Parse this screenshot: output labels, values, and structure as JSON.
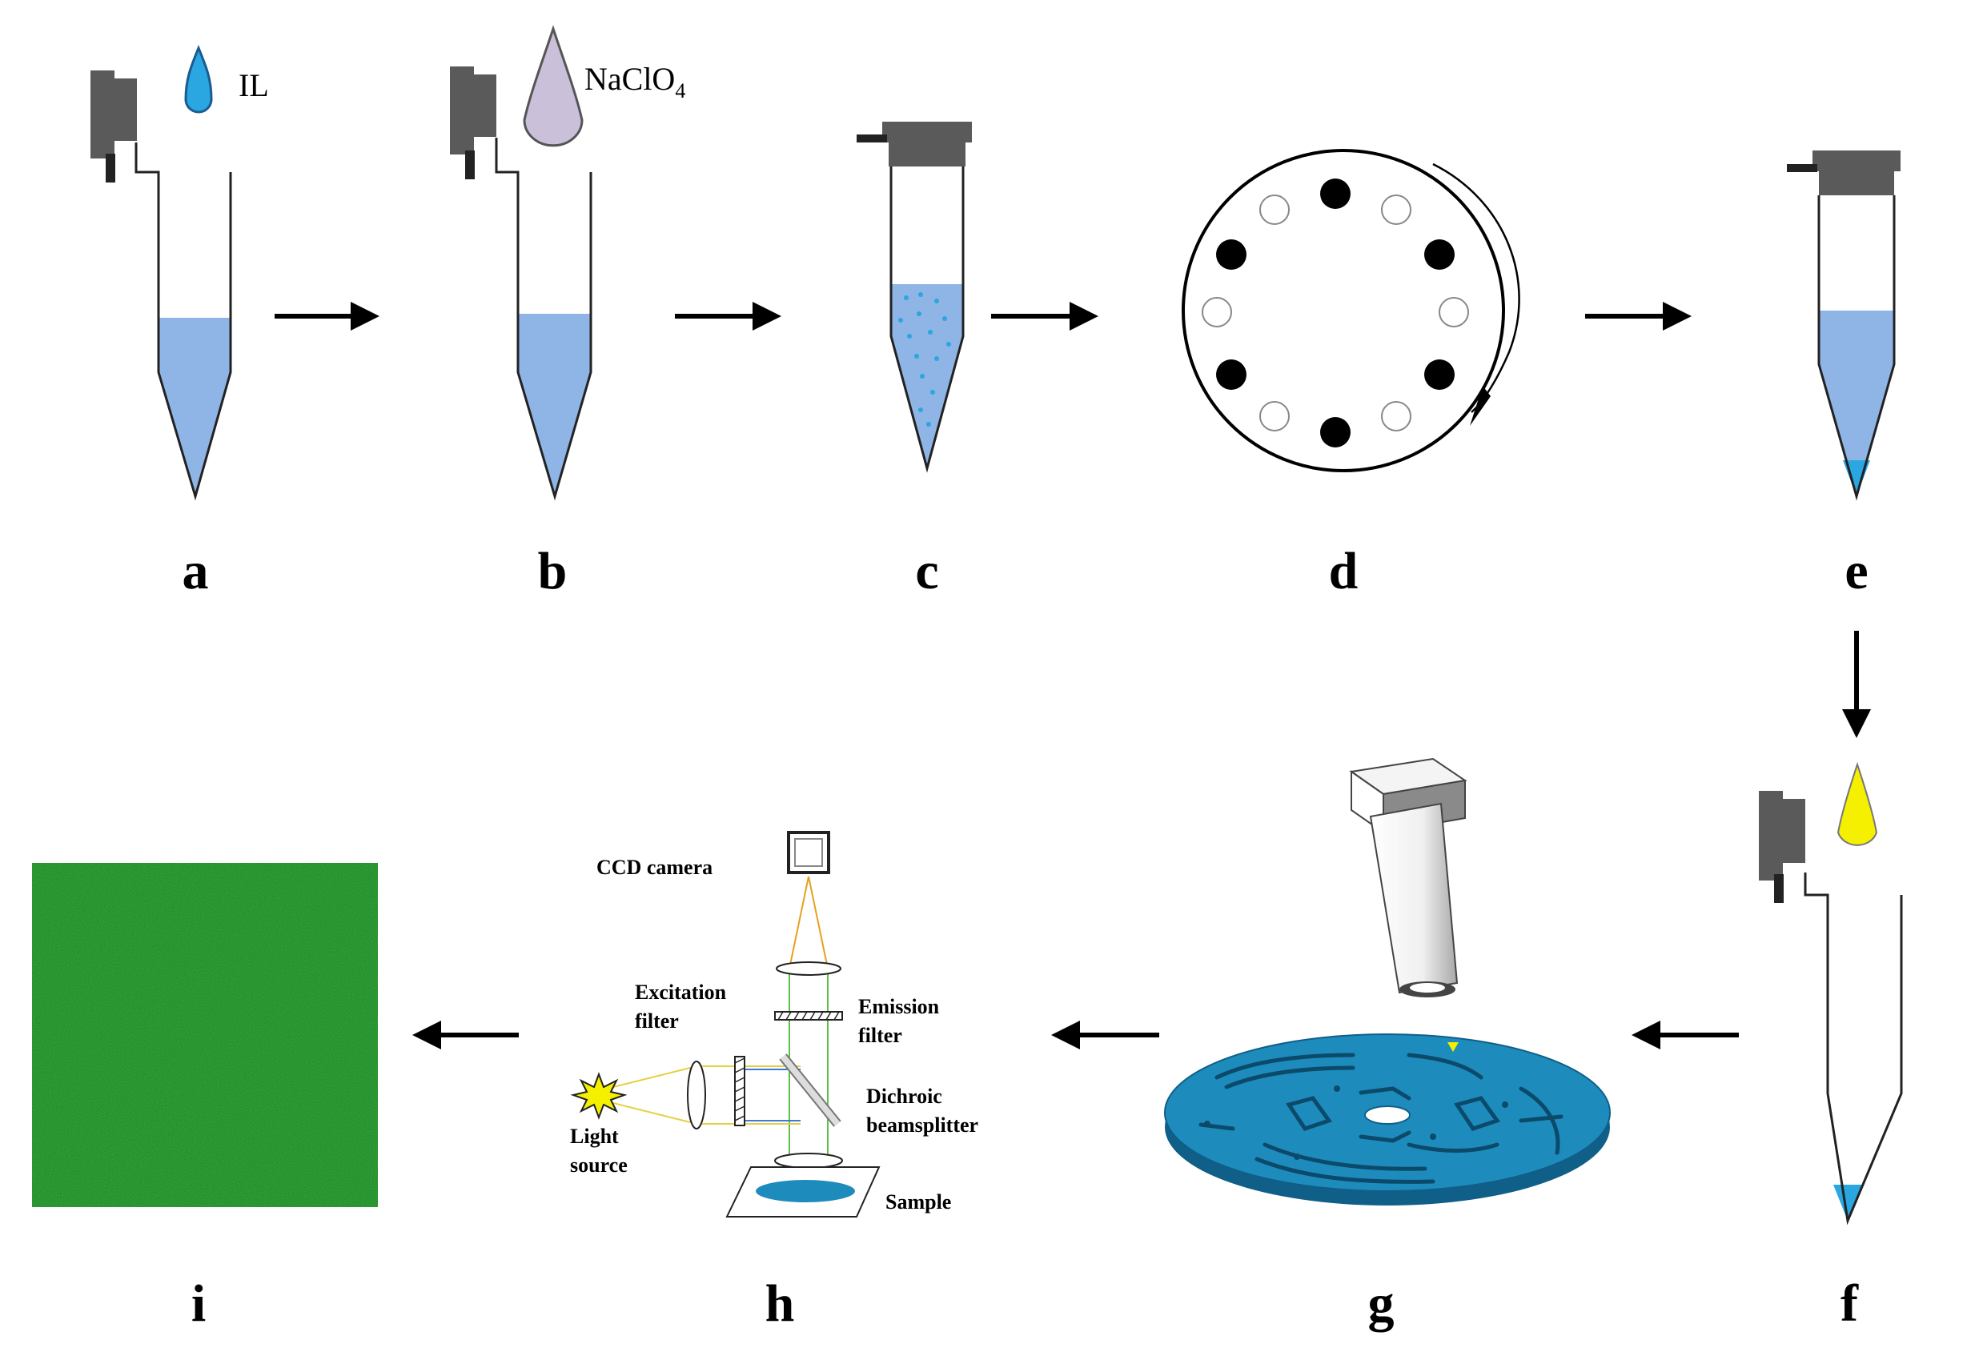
{
  "steps": {
    "a": {
      "label": "a",
      "reagent": "IL"
    },
    "b": {
      "label": "b",
      "reagent": "NaClO",
      "reagent_sub": "4"
    },
    "c": {
      "label": "c"
    },
    "d": {
      "label": "d"
    },
    "e": {
      "label": "e"
    },
    "f": {
      "label": "f"
    },
    "g": {
      "label": "g"
    },
    "h": {
      "label": "h",
      "parts": {
        "ccd_camera": "CCD camera",
        "excitation_filter_line1": "Excitation",
        "excitation_filter_line2": "filter",
        "emission_filter_line1": "Emission",
        "emission_filter_line2": "filter",
        "dichroic_line1": "Dichroic",
        "dichroic_line2": "beamsplitter",
        "light_source_line1": "Light",
        "light_source_line2": "source",
        "sample": "Sample"
      }
    },
    "i": {
      "label": "i"
    }
  },
  "colors": {
    "liquid": "#8fb4e6",
    "ionic_liquid_drop": "#2aa6e0",
    "reagent_cone": "#cbc0da",
    "indicator_cone": "#f5f000",
    "chip": "#1e8bbd",
    "fluorescence": "#1d7a1f",
    "cap": "#5a5a5a"
  }
}
